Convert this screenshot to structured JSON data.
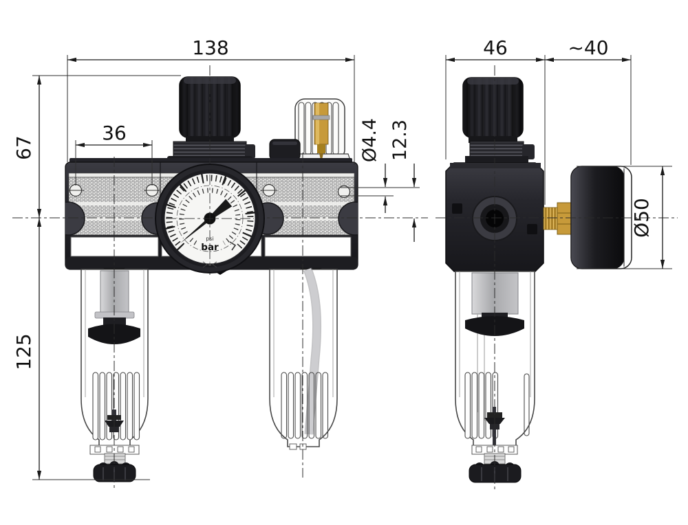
{
  "front_view": {
    "dims": {
      "overall_width": "138",
      "hole_spacing": "36",
      "knob_top_to_axis": "67",
      "axis_to_bottom": "125",
      "mount_hole_diameter": "Ø4.4",
      "mount_hole_to_axis": "12.3"
    },
    "gauge": {
      "secondary_unit": "psi",
      "primary_unit": "bar"
    }
  },
  "side_view": {
    "dims": {
      "body_width": "46",
      "gauge_depth": "~40",
      "gauge_diameter": "Ø50"
    }
  },
  "colors": {
    "line": "#1a1a1a",
    "housing_dark": "#232328",
    "brass": "#c79a3a",
    "element_gray": "#b7b8bb",
    "gauge_face": "#f6f6f4",
    "background": "#ffffff"
  }
}
